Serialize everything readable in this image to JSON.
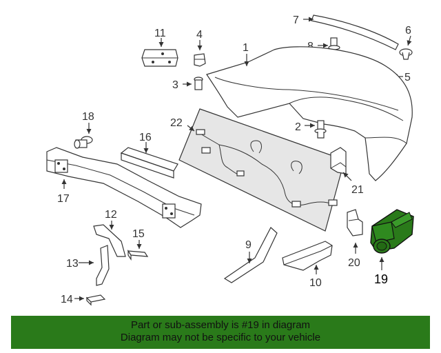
{
  "callouts": {
    "c1": "1",
    "c2": "2",
    "c3": "3",
    "c4": "4",
    "c5": "5",
    "c6": "6",
    "c7": "7",
    "c8": "8",
    "c9": "9",
    "c10": "10",
    "c11": "11",
    "c12": "12",
    "c13": "13",
    "c14": "14",
    "c15": "15",
    "c16": "16",
    "c17": "17",
    "c18": "18",
    "c19": "19",
    "c20": "20",
    "c21": "21",
    "c22": "22"
  },
  "highlight_part": "19",
  "highlight_color": "#2a7a1a",
  "banner": {
    "line1": "Part or sub-assembly is #19 in diagram",
    "line2": "Diagram may not be specific to your vehicle"
  }
}
